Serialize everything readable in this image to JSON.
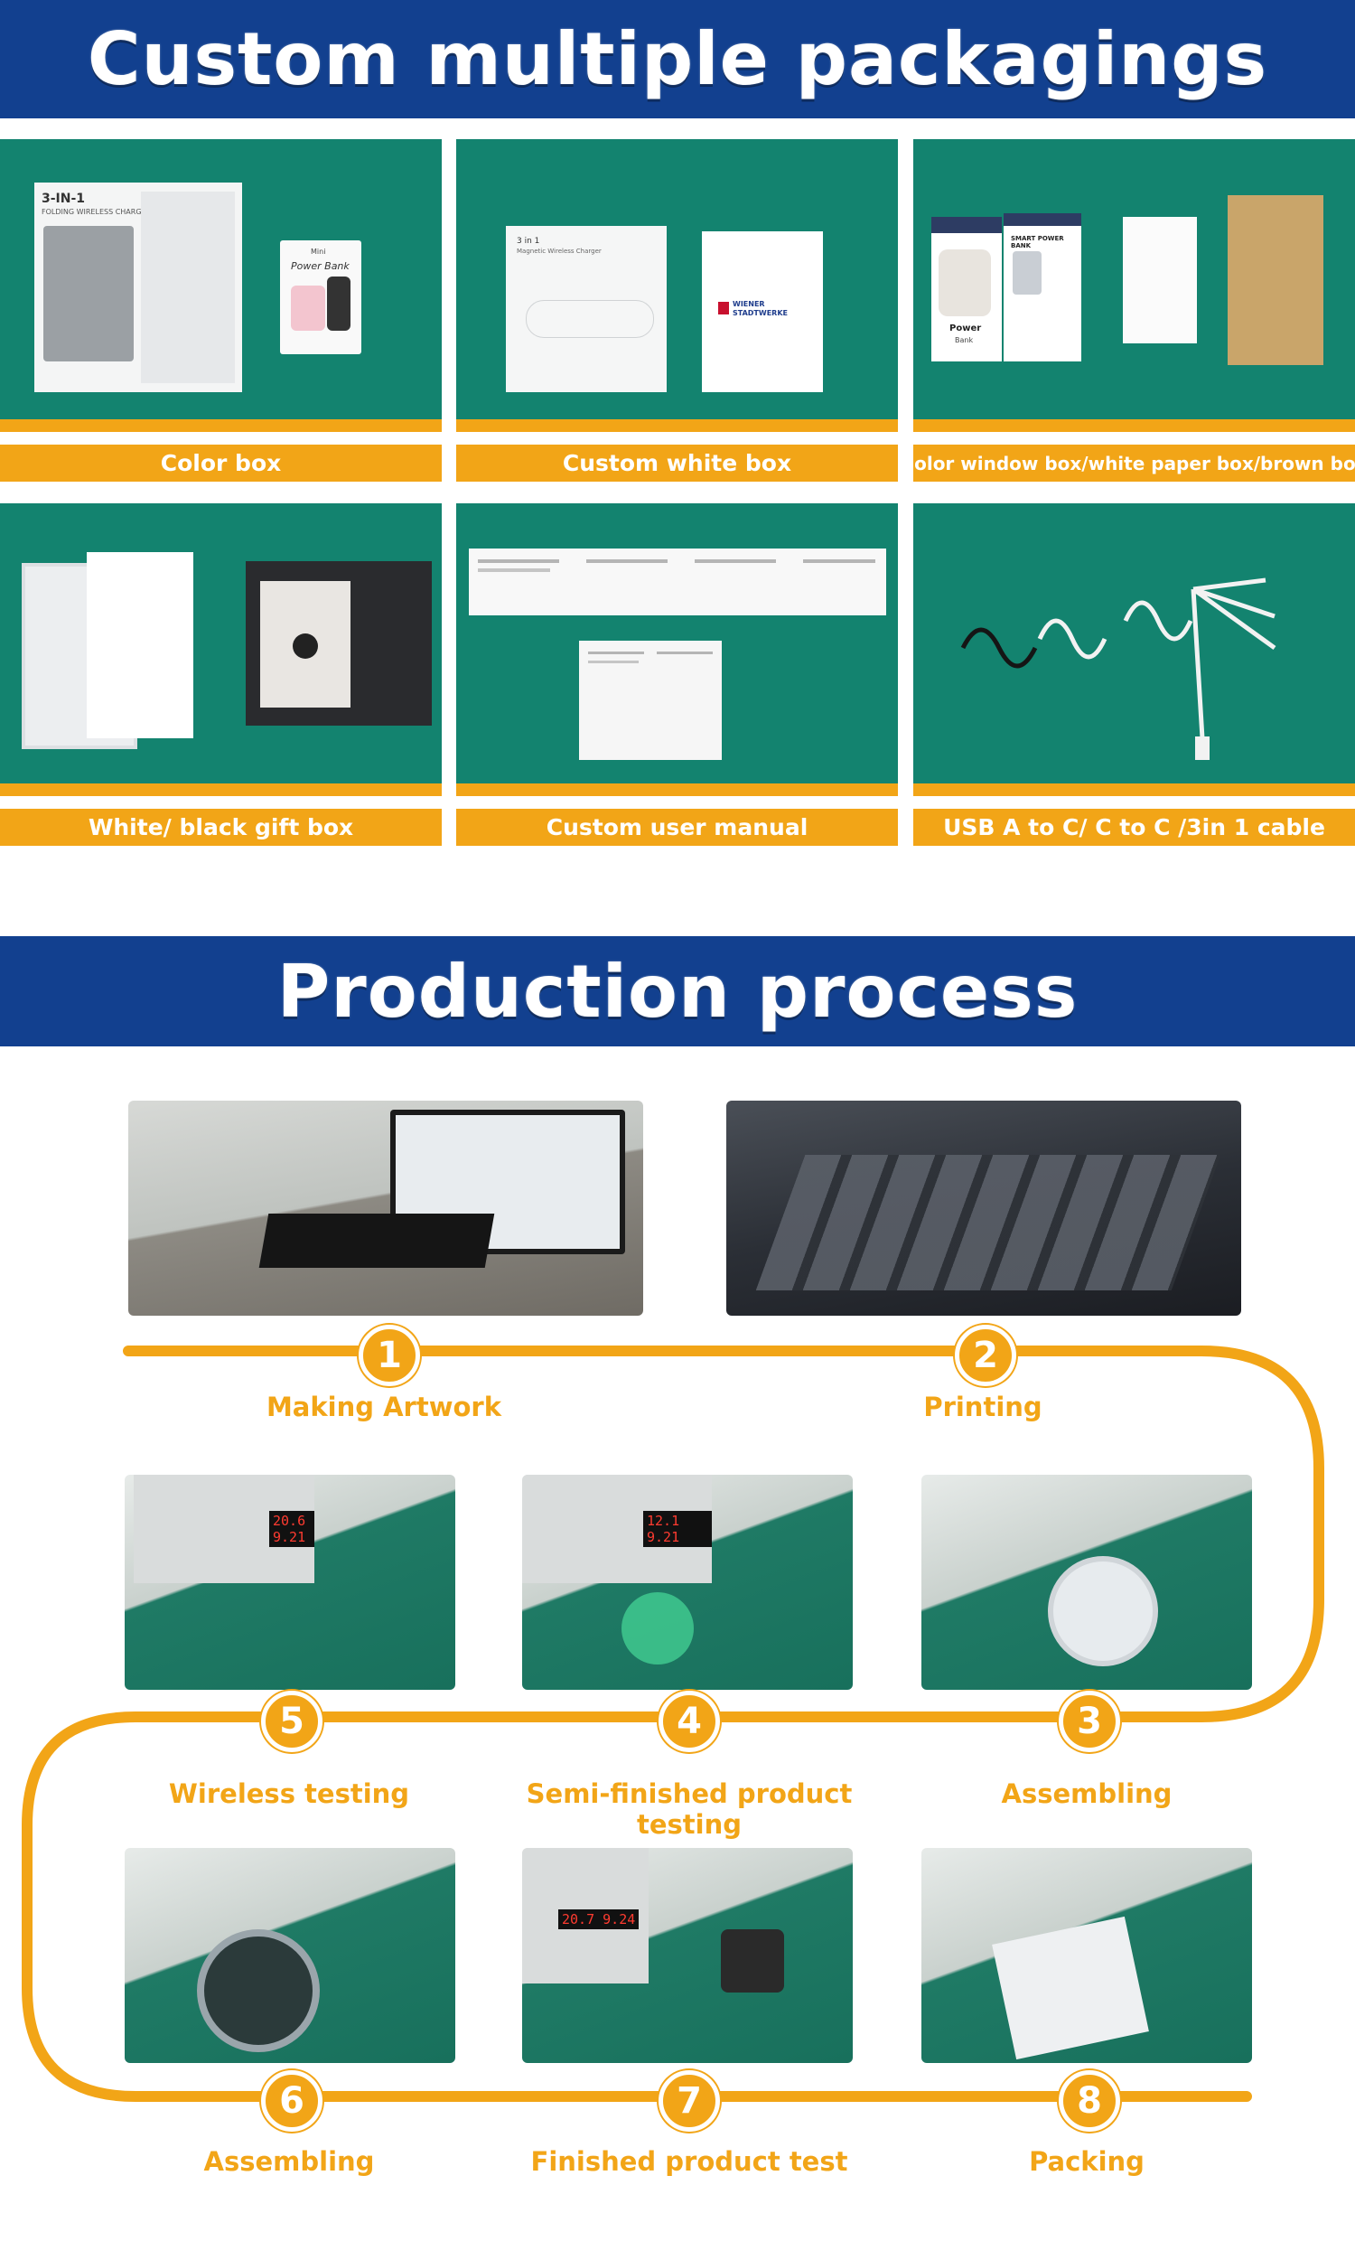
{
  "banners": {
    "packaging_title": "Custom multiple packagings",
    "production_title": "Production process"
  },
  "packaging": [
    {
      "label": "Color box"
    },
    {
      "label": "Custom white box"
    },
    {
      "label": "Color window box/white paper box/brown box"
    },
    {
      "label": "White/ black gift box"
    },
    {
      "label": "Custom user manual"
    },
    {
      "label": "USB A to C/ C to C /3in 1 cable"
    }
  ],
  "product_texts": {
    "three_in_one": "3-IN-1",
    "folding_charger": "FOLDING WIRELESS CHARGER",
    "mini": "Mini",
    "power_bank_script": "Power Bank",
    "three_in_1_small": "3 in 1",
    "magnetic_charger": "Magnetic Wireless Charger",
    "wiener": "WIENER",
    "stadtwerke": "STADTWERKE",
    "smart_power_bank": "SMART POWER BANK",
    "power_word": "Power",
    "bank_word": "Bank"
  },
  "steps": [
    {
      "number": "1",
      "label": "Making Artwork"
    },
    {
      "number": "2",
      "label": "Printing"
    },
    {
      "number": "3",
      "label": "Assembling"
    },
    {
      "number": "4",
      "label": "Semi-finished product testing"
    },
    {
      "number": "5",
      "label": "Wireless testing"
    },
    {
      "number": "6",
      "label": "Assembling"
    },
    {
      "number": "7",
      "label": "Finished product test"
    },
    {
      "number": "8",
      "label": "Packing"
    }
  ],
  "meter_readings": {
    "step5": [
      "20.6",
      "9.21"
    ],
    "step4": [
      "12.1",
      "9.21"
    ],
    "step7": [
      "20.7",
      "9.24"
    ]
  },
  "colors": {
    "banner": "#12408f",
    "accent": "#f2a517",
    "green": "#13836f"
  }
}
